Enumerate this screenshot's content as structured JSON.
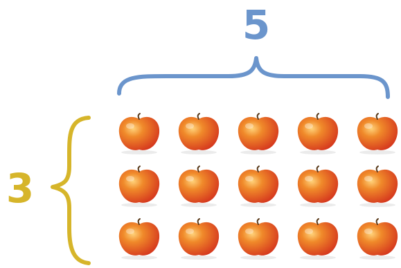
{
  "labels": {
    "columns": "5",
    "rows": "3"
  },
  "array": {
    "rows": 3,
    "columns": 5,
    "item": "apple-icon"
  },
  "colors": {
    "columns_brace": "#6b95cc",
    "rows_brace": "#d6b52a",
    "apple_red": "#d63a1e",
    "apple_orange": "#f08a2a"
  }
}
